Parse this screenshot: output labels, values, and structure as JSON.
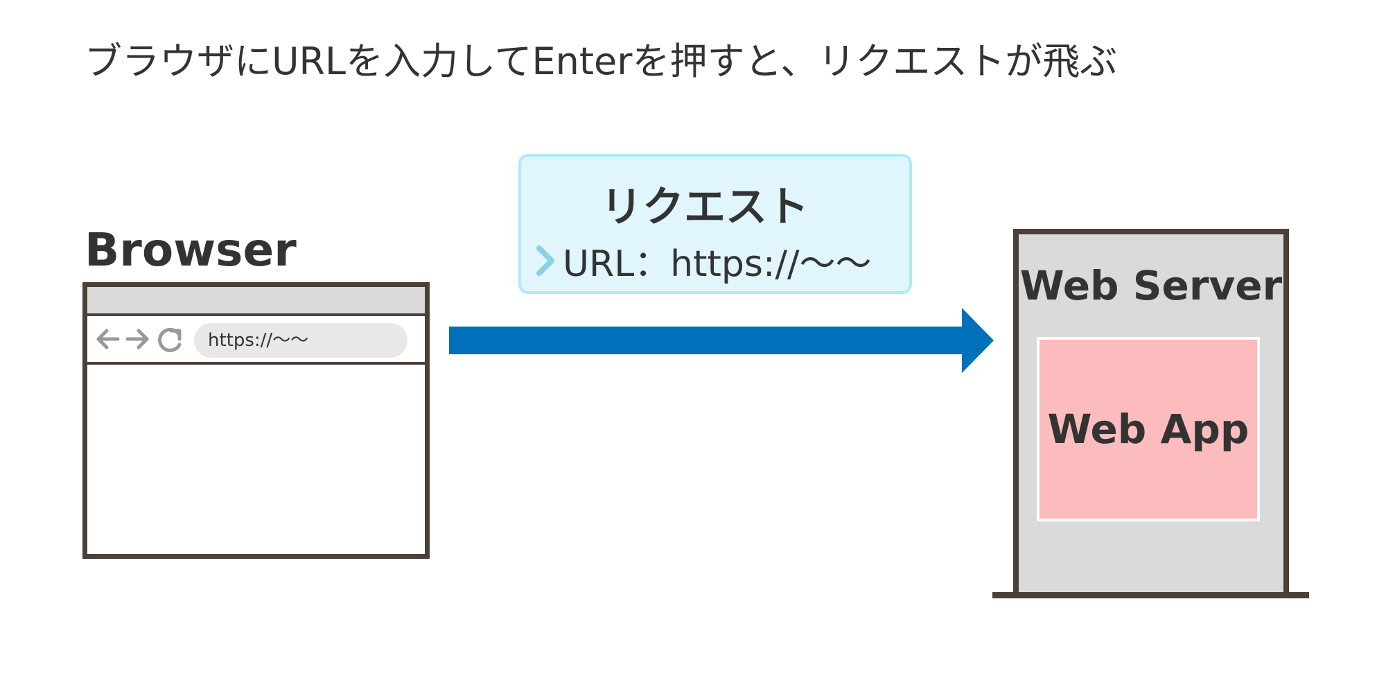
{
  "title": "ブラウザにURLを入力してEnterを押すと、リクエストが飛ぶ",
  "browser": {
    "label": "Browser",
    "address": "https://〜〜",
    "icons": [
      "back-arrow-icon",
      "forward-arrow-icon",
      "reload-icon"
    ]
  },
  "request": {
    "title": "リクエスト",
    "url_line": "URL：https://〜〜",
    "icon": "chevron-right-icon"
  },
  "server": {
    "label": "Web Server",
    "app_label": "Web App"
  },
  "colors": {
    "arrow": "#0070bb",
    "frame": "#4b4039",
    "request_bg": "#e0f6fc",
    "request_border": "#b3e9f7",
    "chevron": "#8cd0e6",
    "server_bg": "#dadada",
    "webapp_bg": "#fcbcbe",
    "address_bg": "#e8e8e8",
    "nav_icon": "#999999"
  }
}
